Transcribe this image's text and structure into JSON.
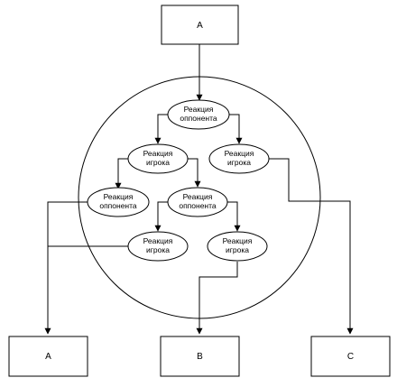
{
  "diagram": {
    "top_box": {
      "label": "A"
    },
    "nodes": {
      "n1": {
        "line1": "Реакция",
        "line2": "оппонента"
      },
      "n2": {
        "line1": "Реакция",
        "line2": "игрока"
      },
      "n3": {
        "line1": "Реакция",
        "line2": "игрока"
      },
      "n4": {
        "line1": "Реакция",
        "line2": "оппонента"
      },
      "n5": {
        "line1": "Реакция",
        "line2": "оппонента"
      },
      "n6": {
        "line1": "Реакция",
        "line2": "игрока"
      },
      "n7": {
        "line1": "Реакция",
        "line2": "игрока"
      }
    },
    "bottom_boxes": {
      "left": {
        "label": "A"
      },
      "middle": {
        "label": "B"
      },
      "right": {
        "label": "C"
      }
    }
  }
}
